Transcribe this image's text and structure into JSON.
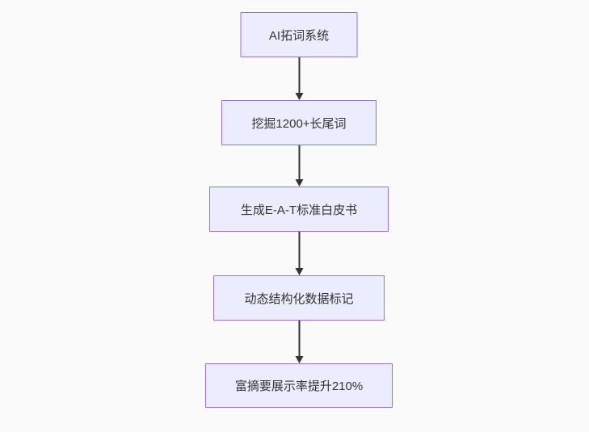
{
  "diagram": {
    "type": "flowchart",
    "direction": "top-down",
    "nodes": [
      {
        "id": "A",
        "label": "AI拓词系统"
      },
      {
        "id": "B",
        "label": "挖掘1200+长尾词"
      },
      {
        "id": "C",
        "label": "生成E-A-T标准白皮书"
      },
      {
        "id": "D",
        "label": "动态结构化数据标记"
      },
      {
        "id": "E",
        "label": "富摘要展示率提升210%"
      }
    ],
    "edges": [
      {
        "from": "A",
        "to": "B",
        "style": "arrow"
      },
      {
        "from": "B",
        "to": "C",
        "style": "arrow"
      },
      {
        "from": "C",
        "to": "D",
        "style": "arrow"
      },
      {
        "from": "D",
        "to": "E",
        "style": "arrow"
      }
    ],
    "colors": {
      "node_fill": "#ECECFF",
      "node_border": "#9370DB",
      "arrow": "#333333",
      "text": "#333333",
      "background": "#fafafa"
    }
  }
}
